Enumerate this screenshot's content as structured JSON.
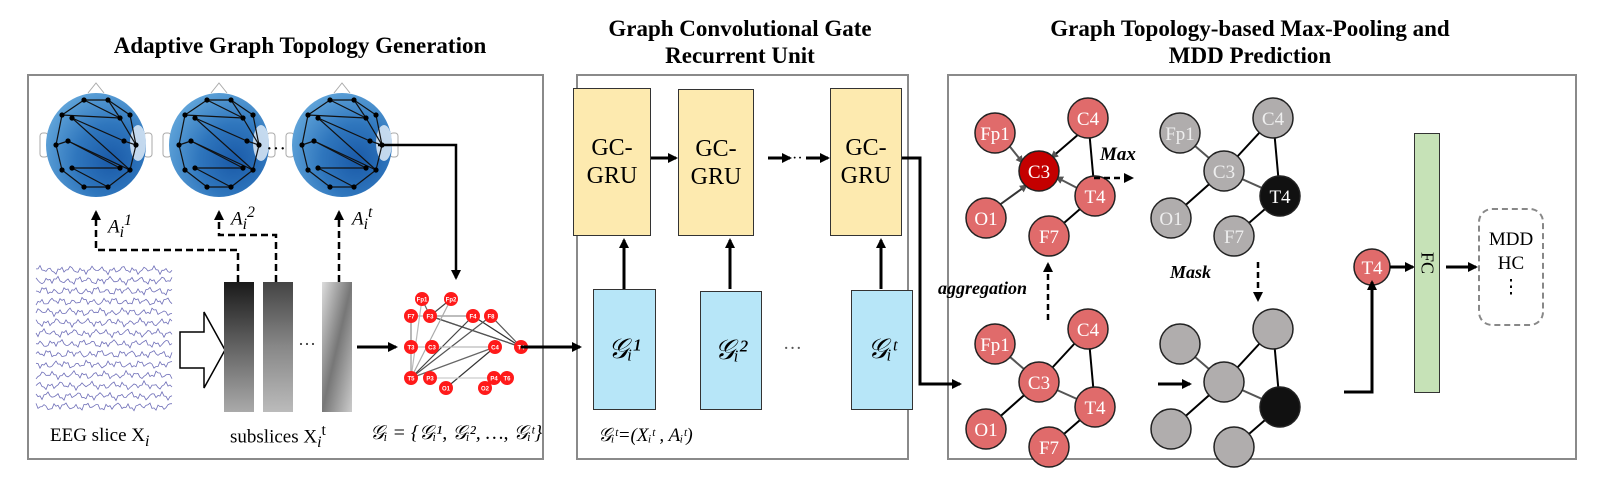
{
  "sections": {
    "topology": {
      "title": "Adaptive Graph Topology Generation",
      "adjacency_labels": [
        "A_i^1",
        "A_i^2",
        "A_i^t"
      ],
      "eeg_label": "EEG slice X",
      "eeg_sub": "i",
      "subslices_label": "subslices  X",
      "subslices_sub": "i",
      "subslices_sup": "t",
      "graph_set_formula": "𝒢ᵢ = {𝒢ᵢ¹, 𝒢ᵢ², …, 𝒢ᵢᵗ}",
      "ellipsis": "···",
      "electrodes": [
        "Fp1",
        "Fp2",
        "F7",
        "F3",
        "F4",
        "F8",
        "T3",
        "C3",
        "C4",
        "T4",
        "T5",
        "P3",
        "P4",
        "T6",
        "O1",
        "O2"
      ]
    },
    "gcgru": {
      "title_line1": "Graph Convolutional Gate",
      "title_line2": "Recurrent Unit",
      "gru_label_line1": "GC-",
      "gru_label_line2": "GRU",
      "graph_inputs": [
        "𝒢ᵢ¹",
        "𝒢ᵢ²",
        "𝒢ᵢᵗ"
      ],
      "ellipsis": "···",
      "formula": "𝒢ᵢᵗ=(Xᵢᵗ , Aᵢᵗ)"
    },
    "pooling": {
      "title_line1": "Graph Topology-based Max-Pooling and",
      "title_line2": "MDD Prediction",
      "nodes": [
        "Fp1",
        "C4",
        "C3",
        "T4",
        "O1",
        "F7"
      ],
      "max_label": "Max",
      "mask_label": "Mask",
      "aggregation_label": "aggregation",
      "selected_node": "T4",
      "fc_label": "FC",
      "outputs": [
        "MDD",
        "HC",
        "⋮"
      ]
    }
  },
  "colors": {
    "gru_fill": "#fdeaaf",
    "graph_fill": "#b7e6f8",
    "fc_fill": "#c6e2b7",
    "node_red": "#e06b6b",
    "node_dark_red": "#c40000",
    "node_gray": "#b0adad",
    "node_black": "#111111",
    "electrode_red": "#ff1a1a",
    "panel_border": "#8a8a8a"
  }
}
